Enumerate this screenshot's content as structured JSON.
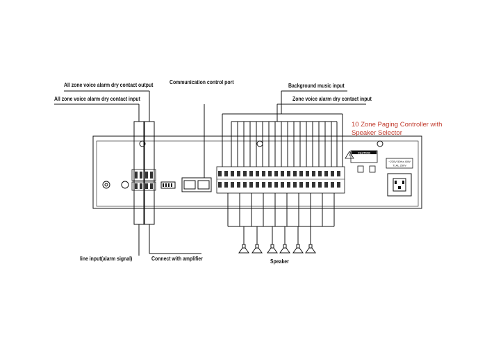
{
  "labels": {
    "dry_output": "All zone voice alarm dry contact output",
    "dry_input": "All zone voice alarm dry contact input",
    "comm_port": "Communication control port",
    "bgm_input": "Background music input",
    "zone_dry_input": "Zone voice alarm dry contact input",
    "line_input": "line input(alarm signal)",
    "amplifier": "Connect with amplifier",
    "speaker": "Speaker"
  },
  "title": {
    "line1": "10 Zone Paging Controller with",
    "line2": "Speaker Selector"
  },
  "panel": {
    "caution": "CAUTION",
    "power_rating_1": "~220V 50Hz 40W",
    "power_rating_2": "T1AL 250V"
  },
  "colors": {
    "ink": "#111111",
    "accent": "#c0392b"
  }
}
